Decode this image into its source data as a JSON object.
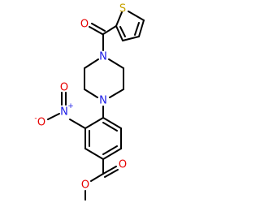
{
  "colors": {
    "bond": "#000000",
    "carbon": "#000000",
    "nitrogen": "#1a1ae6",
    "oxygen": "#e60000",
    "sulfur": "#c8a300"
  },
  "atoms": [
    {
      "id": "s1",
      "element": "S",
      "label": "S"
    },
    {
      "id": "o_carbonyl",
      "element": "O",
      "label": "O"
    },
    {
      "id": "n_pip_top",
      "element": "N",
      "label": "N"
    },
    {
      "id": "n_pip_bottom",
      "element": "N",
      "label": "N"
    },
    {
      "id": "n_nitro",
      "element": "N",
      "label": "N",
      "charge": "+"
    },
    {
      "id": "o_nitro_minus",
      "element": "O",
      "label": "O",
      "charge": "-"
    },
    {
      "id": "o_nitro_double",
      "element": "O",
      "label": "O"
    },
    {
      "id": "o_ester_double",
      "element": "O",
      "label": "O"
    },
    {
      "id": "o_ester_single",
      "element": "O",
      "label": "O"
    }
  ]
}
